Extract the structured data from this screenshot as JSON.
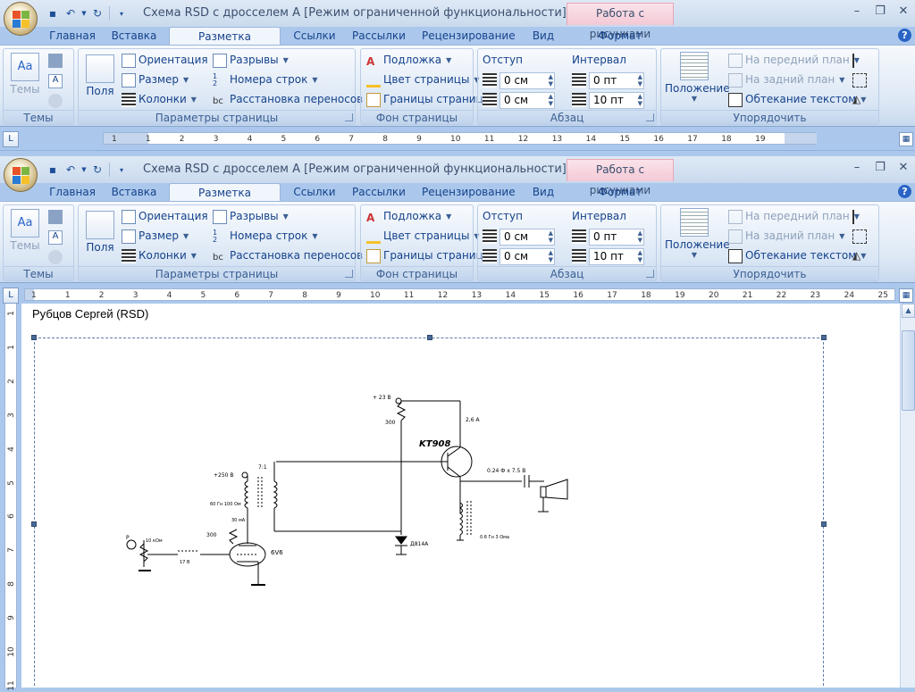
{
  "window": {
    "title": "Схема RSD с дросселем А [Режим ограниченной функциональности] - Micr...",
    "context_tab": "Работа с рисунками"
  },
  "tabs": [
    "Главная",
    "Вставка",
    "Разметка страницы",
    "Ссылки",
    "Рассылки",
    "Рецензирование",
    "Вид",
    "Формат"
  ],
  "active_tab": "Разметка страницы",
  "ribbon": {
    "themes": {
      "label": "Темы",
      "btn": "Темы"
    },
    "page_setup": {
      "label": "Параметры страницы",
      "fields_btn": "Поля",
      "orientation": "Ориентация",
      "size": "Размер",
      "columns": "Колонки",
      "breaks": "Разрывы",
      "line_numbers": "Номера строк",
      "hyphenation": "Расстановка переносов"
    },
    "page_background": {
      "label": "Фон страницы",
      "watermark": "Подложка",
      "page_color": "Цвет страницы",
      "page_borders": "Границы страниц"
    },
    "paragraph": {
      "label": "Абзац",
      "indent_label": "Отступ",
      "spacing_label": "Интервал",
      "indent_left": "0 см",
      "indent_right": "0 см",
      "spacing_before": "0 пт",
      "spacing_after": "10 пт"
    },
    "arrange": {
      "label": "Упорядочить",
      "position": "Положение",
      "bring_front": "На передний план",
      "send_back": "На задний план",
      "wrap_text": "Обтекание текстом"
    }
  },
  "ruler1_ticks": [
    "1",
    "1",
    "2",
    "3",
    "4",
    "5",
    "6",
    "7",
    "8",
    "9",
    "10",
    "11",
    "12",
    "13",
    "14",
    "15",
    "16",
    "17",
    "18",
    "19"
  ],
  "ruler2_ticks": [
    "1",
    "1",
    "2",
    "3",
    "4",
    "5",
    "6",
    "7",
    "8",
    "9",
    "10",
    "11",
    "12",
    "13",
    "14",
    "15",
    "16",
    "17",
    "18",
    "19",
    "20",
    "21",
    "22",
    "23",
    "24",
    "25"
  ],
  "vruler_ticks": [
    "1",
    "1",
    "2",
    "3",
    "4",
    "5",
    "6",
    "7",
    "8",
    "9",
    "10",
    "11"
  ],
  "document": {
    "author": "Рубцов Сергей (RSD)",
    "schematic": {
      "vplus": "+ 23 В",
      "r300top": "300",
      "current": "2,6 А",
      "transistor": "KT908",
      "cap": "0.24 Ф x 7.5 В",
      "plus250": "+250 В",
      "ratio": "7:1",
      "prim": "60 Гн 100 Ом",
      "ma": "30 мА",
      "choke": "0.6 Гн 3 Ома",
      "r300": "300",
      "p": "Р",
      "pot": "10 кОм",
      "bat": "17 В",
      "tube": "6V6",
      "zener": "Д814А"
    }
  },
  "colors": {
    "accent": "#15428b",
    "ribbon": "#dde8f5",
    "context": "#f3c9d6"
  }
}
